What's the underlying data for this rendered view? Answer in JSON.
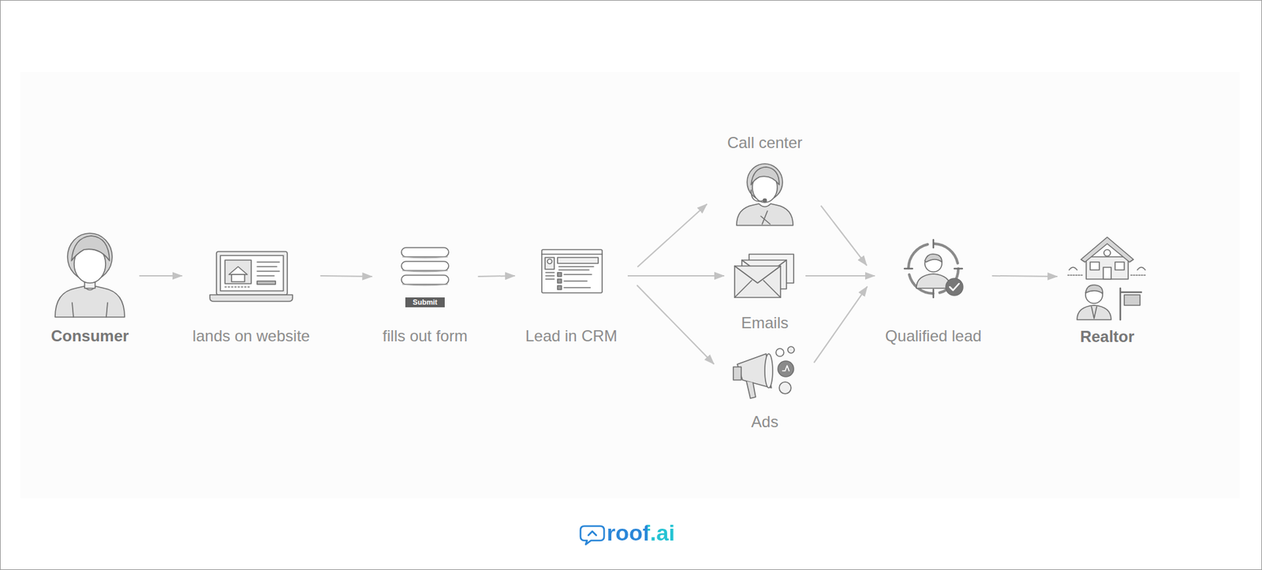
{
  "diagram": {
    "nodes": [
      {
        "text": [
          "Consumer"
        ]
      },
      {
        "text": [
          "lands on website"
        ]
      },
      {
        "text": [
          "fills out form"
        ]
      },
      {
        "text": [
          "Lead in CRM"
        ]
      },
      {
        "text": [
          "Call center"
        ]
      },
      {
        "text": [
          "Emails"
        ]
      },
      {
        "text": [
          "Ads"
        ]
      },
      {
        "text": [
          "Qualified lead"
        ]
      },
      {
        "text": [
          "Realtor"
        ]
      }
    ],
    "edges": [
      {
        "from": 0,
        "to": 1,
        "arrow": "to"
      },
      {
        "from": 1,
        "to": 2,
        "arrow": "to"
      },
      {
        "from": 2,
        "to": 3,
        "arrow": "to"
      },
      {
        "from": 3,
        "to": 4,
        "arrow": "to"
      },
      {
        "from": 3,
        "to": 5,
        "arrow": "to"
      },
      {
        "from": 3,
        "to": 6,
        "arrow": "to"
      },
      {
        "from": 4,
        "to": 7,
        "arrow": "to"
      },
      {
        "from": 5,
        "to": 7,
        "arrow": "to"
      },
      {
        "from": 6,
        "to": 7,
        "arrow": "to"
      },
      {
        "from": 7,
        "to": 8,
        "arrow": "to"
      }
    ],
    "labels": [
      "Submit",
      "roof.ai"
    ]
  }
}
